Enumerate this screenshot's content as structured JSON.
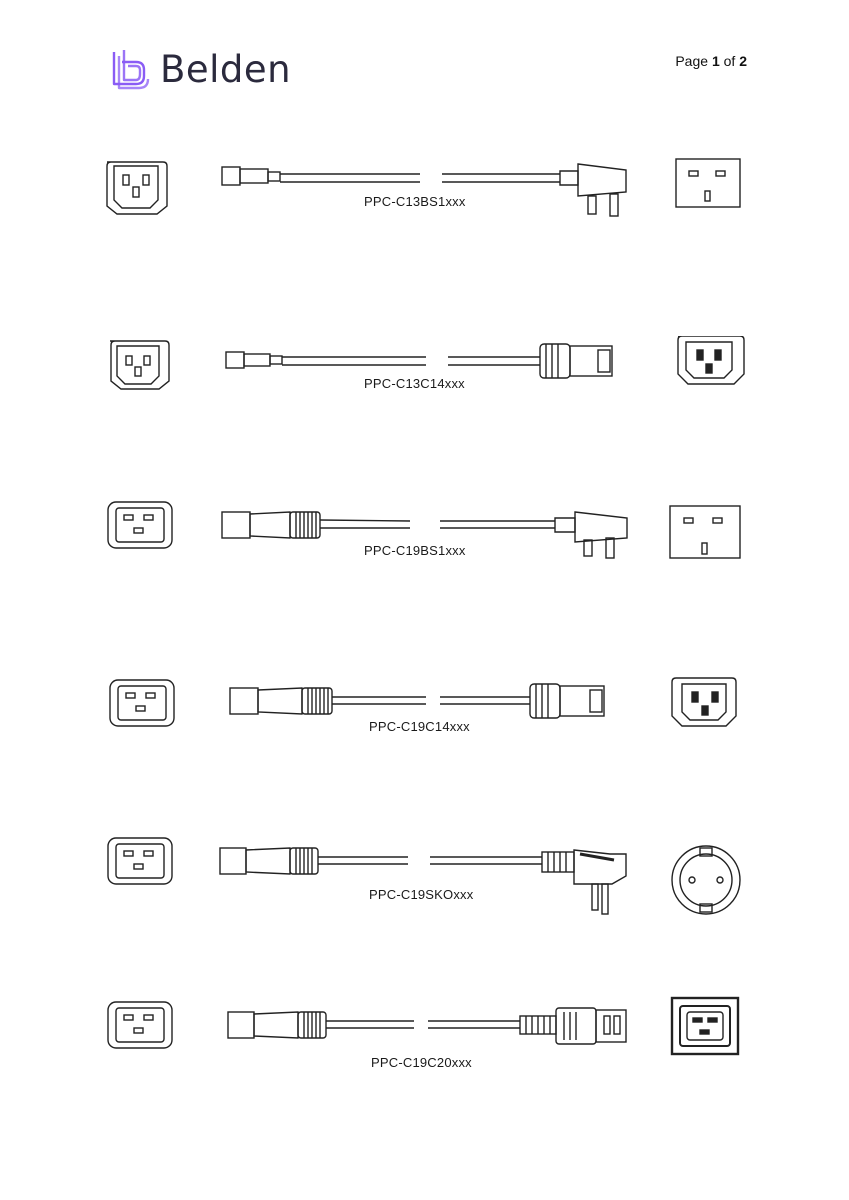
{
  "header": {
    "logo_text": "Belden",
    "page_label": "Page",
    "page_current": "1",
    "page_of": "of",
    "page_total": "2"
  },
  "colors": {
    "brand_purple": "#8a5cf5",
    "line": "#222222"
  },
  "products": [
    {
      "code": "PPC-C13BS1xxx",
      "left_icon": "c13-socket-icon",
      "right_icon": "bs1363-socket-icon"
    },
    {
      "code": "PPC-C13C14xxx",
      "left_icon": "c13-socket-icon",
      "right_icon": "c14-inlet-icon"
    },
    {
      "code": "PPC-C19BS1xxx",
      "left_icon": "c19-socket-icon",
      "right_icon": "bs1363-socket-icon"
    },
    {
      "code": "PPC-C19C14xxx",
      "left_icon": "c19-socket-icon",
      "right_icon": "c14-inlet-icon"
    },
    {
      "code": "PPC-C19SKOxxx",
      "left_icon": "c19-socket-icon",
      "right_icon": "schuko-socket-icon"
    },
    {
      "code": "PPC-C19C20xxx",
      "left_icon": "c19-socket-icon",
      "right_icon": "c20-inlet-icon"
    }
  ]
}
